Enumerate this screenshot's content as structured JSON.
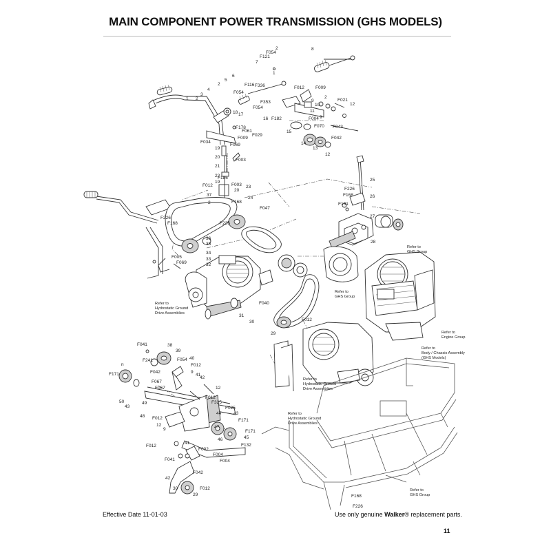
{
  "page": {
    "title": "MAIN COMPONENT POWER TRANSMISSION (GHS MODELS)",
    "effective_date": "Effective Date 11-01-03",
    "footer_prefix": "Use only genuine ",
    "footer_brand": "Walker",
    "footer_suffix": "® replacement parts.",
    "page_number": "11"
  },
  "references": {
    "hydro_ground": [
      "Refer to",
      "Hydrostatic Ground",
      "Drive Assemblies"
    ],
    "ghs_group_upper": [
      "Refer to",
      "GHS Group"
    ],
    "ghs_group_mid": [
      "Refer to",
      "GHS Group"
    ],
    "engine_group": [
      "Refer to",
      "Engine Group"
    ],
    "body_chassis": [
      "Refer to",
      "Body / Chassis Assembly",
      "(GHS Models)"
    ],
    "hydro_mid": [
      "Refer to",
      "Hydrostatic Ground",
      "Drive Assemblies"
    ],
    "hydro_lower": [
      "Refer to",
      "Hydrostatic Ground",
      "Drive Assemblies"
    ],
    "ghs_group_lower": [
      "Refer to",
      "GHS Group"
    ]
  },
  "callouts": {
    "c01": "8",
    "c02": "F054",
    "c03": "2",
    "c04": "F121",
    "c05": "7",
    "c06": "1",
    "c07": "6",
    "c08": "5",
    "c09": "2",
    "c10": "4",
    "c11": "3",
    "c12": "2",
    "c13": "1",
    "c14": "F116",
    "c15": "F336",
    "c16": "F054",
    "c17": "F054",
    "c18": "F353",
    "c19": "18",
    "c20": "17",
    "c21": "F178",
    "c22": "F061",
    "c23": "F029",
    "c24": "F009",
    "c25": "F034",
    "c26": "F069",
    "c27": "19",
    "c28": "20",
    "c29": "F003",
    "c30": "21",
    "c31": "22",
    "c32": "F186",
    "c33": "F003",
    "c34": "23",
    "c35": "F012",
    "c36": "19",
    "c37": "20",
    "c38": "37",
    "c39": "2",
    "c40": "24",
    "c41": "F168",
    "c42": "F047",
    "c43": "F226",
    "c44": "F168",
    "c45": "F226",
    "c46": "36",
    "c47": "35",
    "c48": "F005",
    "c49": "34",
    "c50": "33",
    "c51": "F069",
    "c52": "32",
    "c53": "31",
    "c54": "F012",
    "c55": "F009",
    "c56": "2",
    "c57": "9",
    "c58": "10",
    "c59": "11",
    "c60": "F021",
    "c61": "12",
    "c62": "16",
    "c63": "F182",
    "c64": "F004",
    "c65": "9",
    "c66": "F070",
    "c67": "F043",
    "c68": "15",
    "c69": "14",
    "c70": "13",
    "c71": "F042",
    "c72": "12",
    "c73": "25",
    "c74": "F226",
    "c75": "F168",
    "c76": "26",
    "c77": "F131",
    "c78": "27",
    "c79": "28",
    "c80": "F040",
    "c81": "F012",
    "c82": "30",
    "c83": "29",
    "c84": "F041",
    "c85": "38",
    "c86": "39",
    "c87": "F241",
    "c88": "F054",
    "c89": "40",
    "c90": "F012",
    "c91": "F042",
    "c92": "9",
    "c93": "41",
    "c94": "42",
    "c95": "F171",
    "c96": "F067",
    "c97": "F067",
    "c98": "12",
    "c99": "50",
    "c100": "43",
    "c101": "49",
    "c102": "F012",
    "c103": "F325",
    "c104": "48",
    "c105": "F025",
    "c106": "43",
    "c107": "F012",
    "c108": "44",
    "c109": "F171",
    "c110": "12",
    "c111": "9",
    "c112": "47",
    "c113": "46",
    "c114": "45",
    "c115": "F171",
    "c116": "F132",
    "c117": "41",
    "c118": "F002",
    "c119": "F004",
    "c120": "F004",
    "c121": "F012",
    "c122": "F041",
    "c123": "F042",
    "c124": "42",
    "c125": "30",
    "c126": "F012",
    "c127": "29",
    "c128": "F168",
    "c129": "F226",
    "c130": "n"
  }
}
